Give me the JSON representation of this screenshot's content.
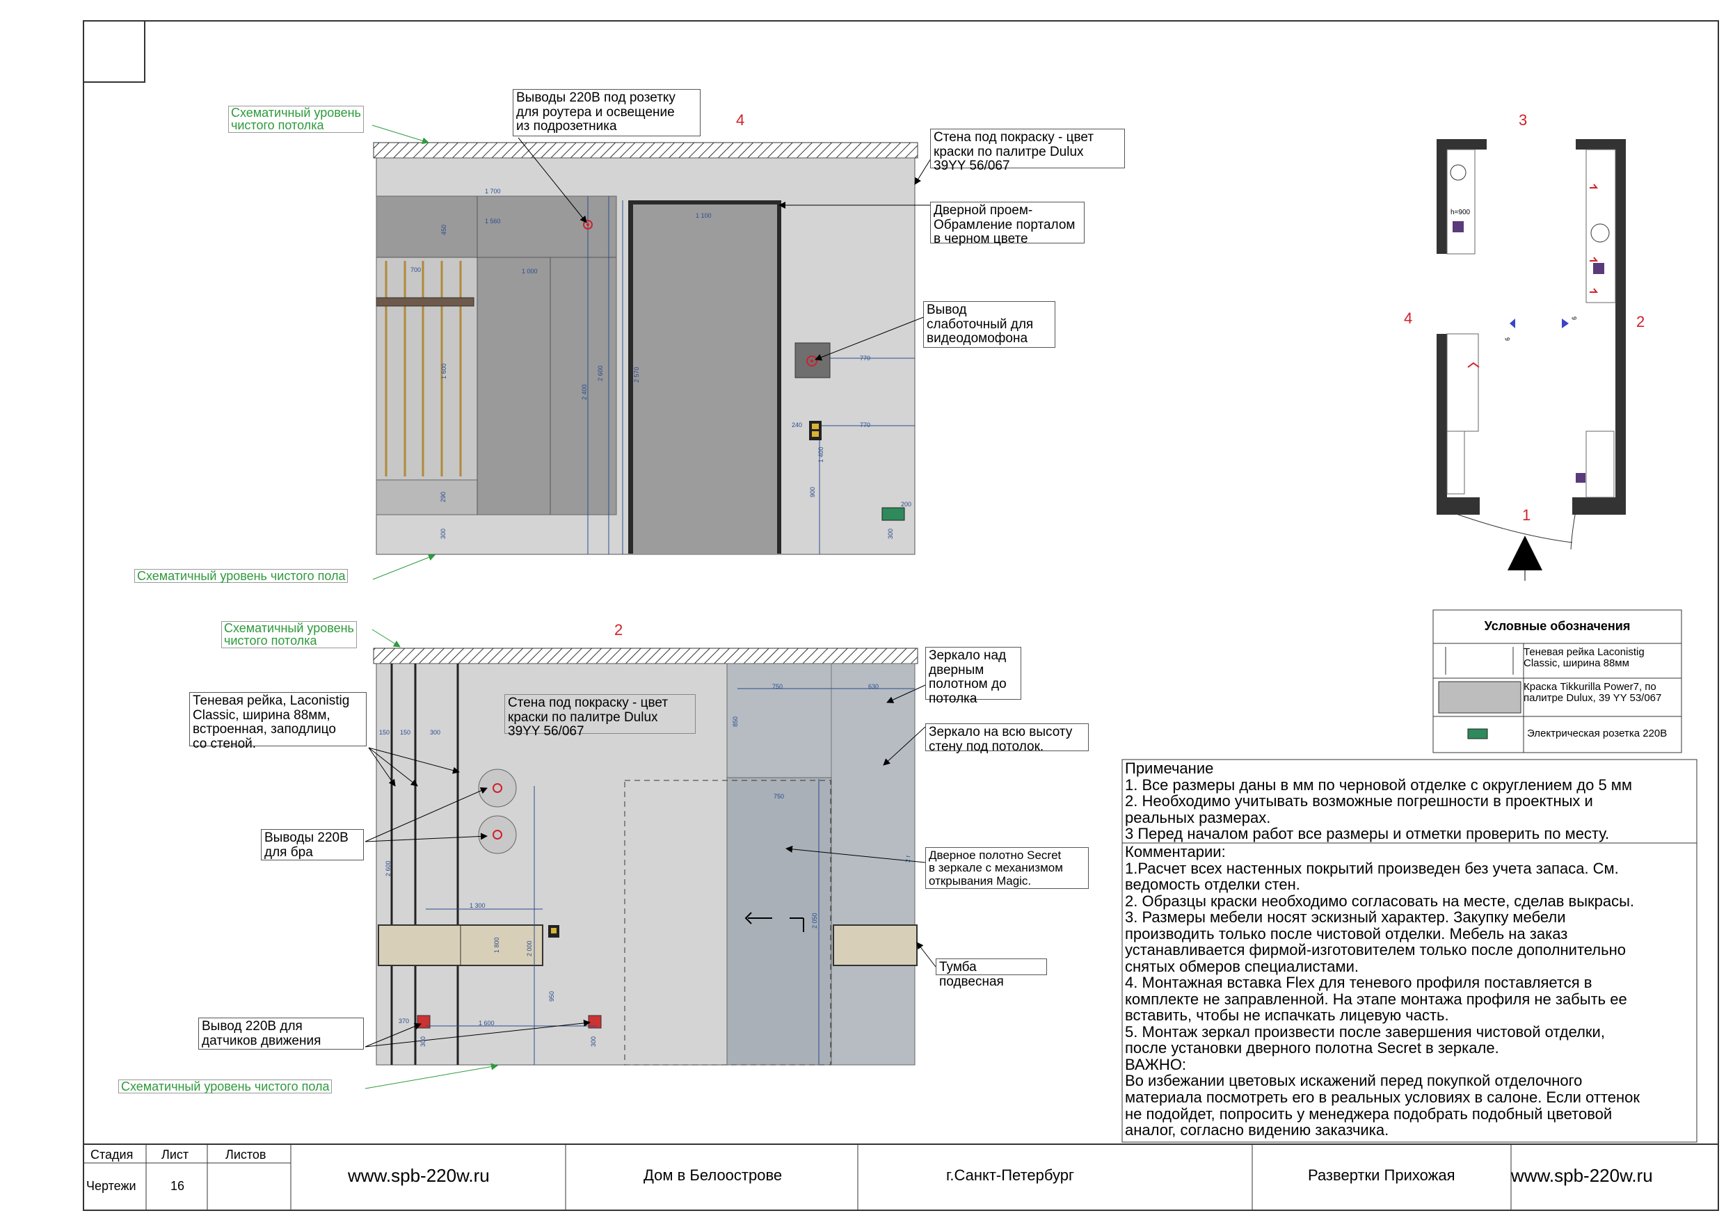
{
  "elevation_top": {
    "view_number": "4",
    "ceiling_label": "Схематичный уровень\nчистого потолка",
    "floor_label": "Схематичный уровень чистого пола",
    "callout_router": "Выводы 220В под розетку\nдля роутера и освещение\nиз подрозетника",
    "callout_wall": "Стена под покраску - цвет\nкраски по палитре Dulux\n39YY 56/067",
    "callout_door": "Дверной проем-\nОбрамление порталом\nв черном цвете",
    "callout_intercom": "Вывод\nслаботочный для\nвидеодомофона",
    "dims": {
      "d1700": "1 700",
      "d1560": "1 560",
      "d1000": "1 000",
      "d1100": "1 100",
      "d700": "700",
      "d770a": "770",
      "d770b": "770",
      "d240": "240",
      "d200": "200",
      "d450": "450",
      "d1600": "1 600",
      "d2400": "2 400",
      "d2600": "2 600",
      "d2570": "2 570",
      "d290": "290",
      "d300a": "300",
      "d300b": "300",
      "d900": "900",
      "d1400": "1 400"
    }
  },
  "elevation_bottom": {
    "view_number": "2",
    "ceiling_label": "Схематичный уровень\nчистого потолка",
    "floor_label": "Схематичный уровень чистого пола",
    "callout_wall": "Стена под покраску - цвет\nкраски по палитре Dulux\n39YY 56/067",
    "callout_mirror_door": "Зеркало над\nдверным\nполотном до\nпотолка",
    "callout_mirror_full": "Зеркало на всю высоту\nстену под потолок.",
    "callout_shadow_rail": "Теневая рейка, Laconistig\nClassic, ширина 88мм,\nвстроенная, заподлицо\nсо стеной.",
    "callout_sconce": "Выводы 220В\nдля бра",
    "callout_secret_door": "Дверное полотно Secret\nв зеркале с механизмом\nоткрывания Magic.",
    "callout_cabinet": "Тумба подвесная",
    "callout_sensor": "Вывод 220В для\nдатчиков движения",
    "dims": {
      "d150a": "150",
      "d150b": "150",
      "d300": "300",
      "d750a": "750",
      "d630": "630",
      "d750b": "750",
      "d850": "850",
      "d1300": "1 300",
      "d1600": "1 600",
      "d370": "370",
      "d2600": "2 600",
      "d1800": "1 800",
      "d2000": "2 000",
      "d950": "950",
      "d2050": "2 050",
      "d2r": "2 г",
      "d300b": "300",
      "d300c": "300"
    }
  },
  "plan": {
    "marks": [
      "3",
      "4",
      "2",
      "1"
    ],
    "h900": "h=900",
    "six_a": "6",
    "six_b": "6"
  },
  "legend": {
    "title": "Условные обозначения",
    "items": [
      "Теневая рейка Laconistig\nClassic, ширина 88мм",
      "Краска Tikkurilla Power7, по\nпалитре  Dulux, 39 YY 53/067",
      "Электрическая розетка 220В"
    ]
  },
  "notes": {
    "text": "Примечание\n1. Все размеры даны в мм по черновой отделке с округлением до 5 мм\n2. Необходимо учитывать возможные погрешности в проектных и\nреальных размерах.\n3 Перед началом работ все размеры и отметки проверить по месту.",
    "comments": "Комментарии:\n1.Расчет всех настенных покрытий произведен без учета запаса. См.\nведомость отделки стен.\n2. Образцы краски необходимо согласовать на месте, сделав выкрасы.\n3. Размеры мебели носят эскизный характер. Закупку мебели\nпроизводить только после чистовой отделки. Мебель на заказ\nустанавливается фирмой-изготовителем только после дополнительно\nснятых обмеров специалистами.\n4. Монтажная вставка Flex для теневого профиля поставляется в\nкомплекте не заправленной. На этапе монтажа профиля не забыть ее\nвставить, чтобы не испачкать лицевую часть.\n5. Монтаж зеркал произвести после завершения чистовой отделки,\nпосле установки дверного полотна Secret в зеркале.\nВАЖНО:\nВо избежании цветовых искажений перед покупкой отделочного\nматериала посмотреть его в реальных условиях в салоне. Если оттенок\nне подойдет, попросить у менеджера подобрать подобный цветовой\nаналог, согласно видению заказчика."
  },
  "title_block": {
    "h_stage": "Стадия",
    "h_sheet": "Лист",
    "h_sheets": "Листов",
    "stage": "Чертежи",
    "sheet": "16",
    "website_left": "www.spb-220w.ru",
    "project": "Дом в Белоострове",
    "city": "г.Санкт-Петербург",
    "drawing": "Развертки Прихожая",
    "website_right": "www.spb-220w.ru"
  }
}
